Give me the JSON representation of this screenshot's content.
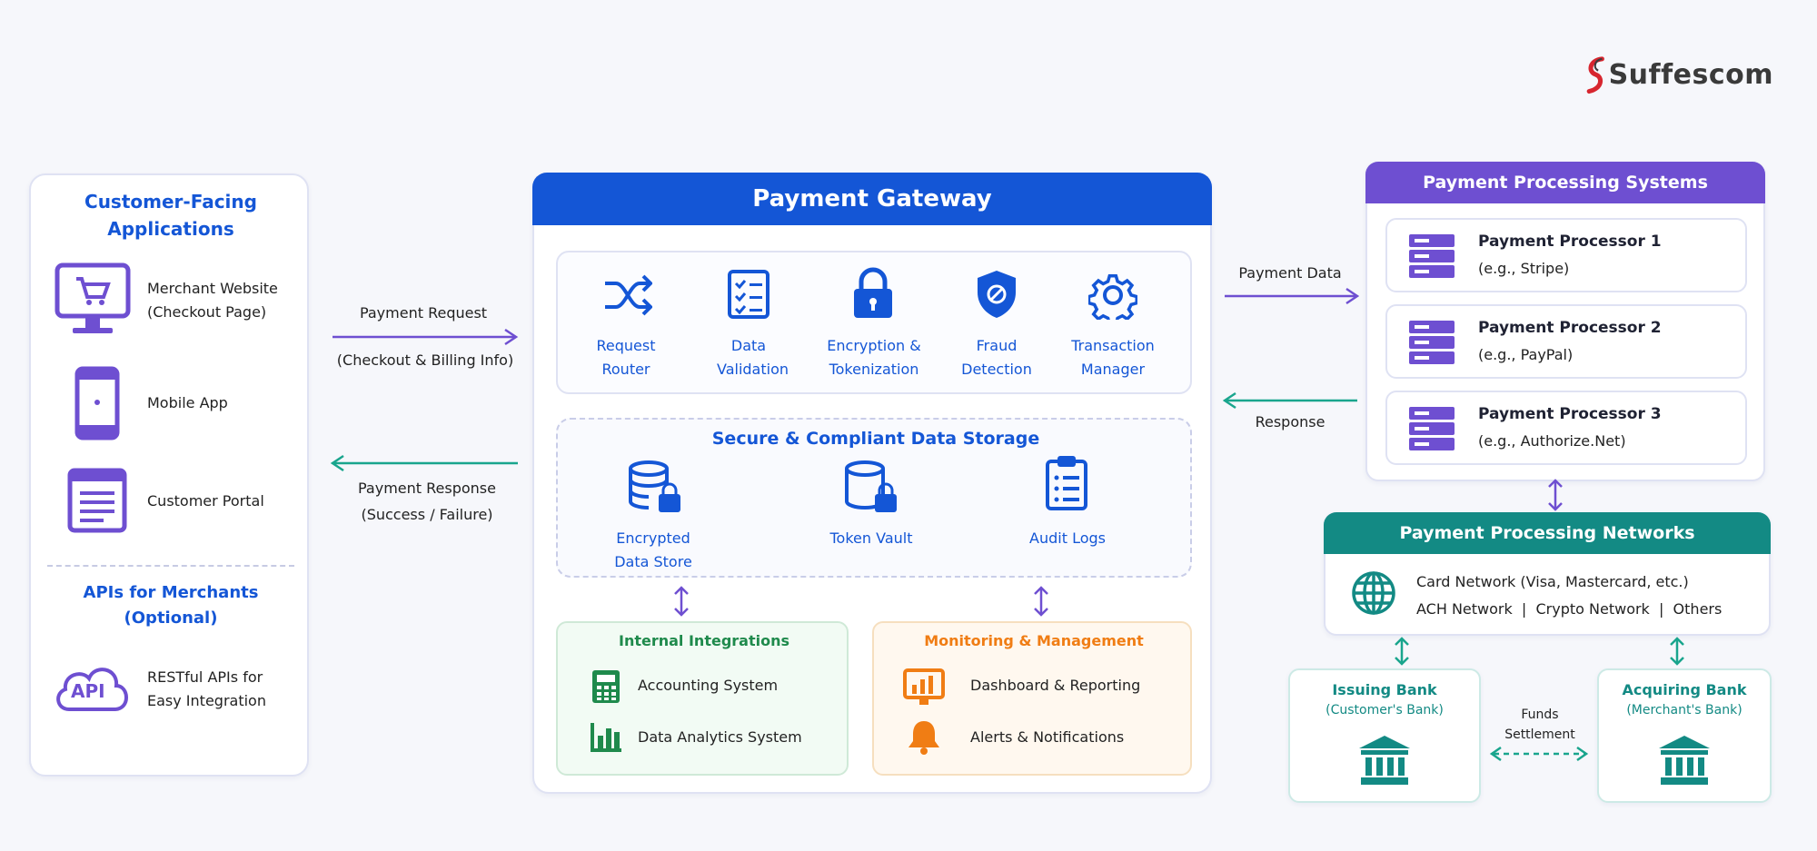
{
  "brand": {
    "logo_text": "Suffescom"
  },
  "customer_apps": {
    "title": "Customer-Facing Applications",
    "items": [
      "Merchant Website (Checkout Page)",
      "Mobile App",
      "Customer Portal"
    ],
    "apis_title": "APIs for Merchants (Optional)",
    "api_badge": "API",
    "api_label": "RESTful APIs for Easy Integration"
  },
  "flows": {
    "payment_request": "Payment Request",
    "payment_request_sub": "(Checkout & Billing Info)",
    "payment_response": "Payment Response",
    "payment_response_sub": "(Success / Failure)",
    "payment_data": "Payment Data",
    "response": "Response",
    "funds_settlement": "Funds Settlement"
  },
  "gateway": {
    "title": "Payment Gateway",
    "modules": [
      "Request Router",
      "Data Validation",
      "Encryption & Tokenization",
      "Fraud Detection",
      "Transaction Manager"
    ],
    "storage_title": "Secure & Compliant Data Storage",
    "storage_items": [
      "Encrypted Data Store",
      "Token Vault",
      "Audit Logs"
    ],
    "internal_title": "Internal Integrations",
    "internal_items": [
      "Accounting System",
      "Data Analytics System"
    ],
    "monitoring_title": "Monitoring & Management",
    "monitoring_items": [
      "Dashboard & Reporting",
      "Alerts & Notifications"
    ]
  },
  "processing_systems": {
    "title": "Payment Processing Systems",
    "processors": [
      {
        "name": "Payment Processor 1",
        "example": "(e.g., Stripe)"
      },
      {
        "name": "Payment Processor 2",
        "example": "(e.g., PayPal)"
      },
      {
        "name": "Payment Processor 3",
        "example": "(e.g., Authorize.Net)"
      }
    ]
  },
  "networks": {
    "title": "Payment Processing Networks",
    "line1": "Card Network (Visa, Mastercard, etc.)",
    "line2": "ACH Network  |  Crypto Network  |  Others"
  },
  "banks": {
    "issuing_title": "Issuing Bank",
    "issuing_sub": "(Customer's Bank)",
    "acquiring_title": "Acquiring Bank",
    "acquiring_sub": "(Merchant's Bank)"
  },
  "colors": {
    "blue": "#1456d6",
    "purple": "#6e4fd1",
    "teal": "#138a84",
    "green": "#1f8a4c",
    "orange": "#f07d14"
  }
}
